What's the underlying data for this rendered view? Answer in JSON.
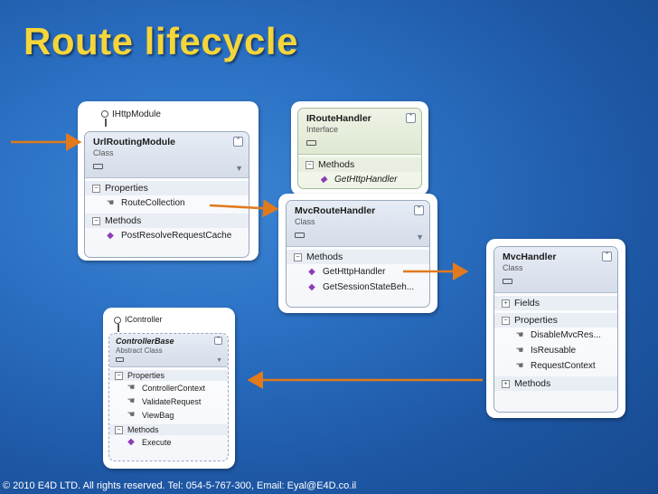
{
  "title": "Route lifecycle",
  "footer": "© 2010 E4D LTD. All rights reserved. Tel: 054-5-767-300, Email: Eyal@E4D.co.il",
  "colors": {
    "title": "#f5d53a",
    "arrow": "#e07a1c",
    "background": "#2a6fc2"
  },
  "classes": {
    "url_routing_module": {
      "interface": "IHttpModule",
      "name": "UrlRoutingModule",
      "kind": "Class",
      "properties_label": "Properties",
      "properties": [
        "RouteCollection"
      ],
      "methods_label": "Methods",
      "methods": [
        "PostResolveRequestCache"
      ]
    },
    "iroute_handler": {
      "name": "IRouteHandler",
      "kind": "Interface",
      "methods_label": "Methods",
      "methods": [
        "GetHttpHandler"
      ]
    },
    "mvc_route_handler": {
      "name": "MvcRouteHandler",
      "kind": "Class",
      "methods_label": "Methods",
      "methods": [
        "GetHttpHandler",
        "GetSessionStateBeh..."
      ]
    },
    "mvc_handler": {
      "name": "MvcHandler",
      "kind": "Class",
      "fields_label": "Fields",
      "properties_label": "Properties",
      "properties": [
        "DisableMvcRes...",
        "IsReusable",
        "RequestContext"
      ],
      "methods_label": "Methods"
    },
    "controller_base": {
      "interface": "IController",
      "name": "ControllerBase",
      "kind": "Abstract Class",
      "properties_label": "Properties",
      "properties": [
        "ControllerContext",
        "ValidateRequest",
        "ViewBag"
      ],
      "methods_label": "Methods",
      "methods": [
        "Execute"
      ]
    }
  }
}
